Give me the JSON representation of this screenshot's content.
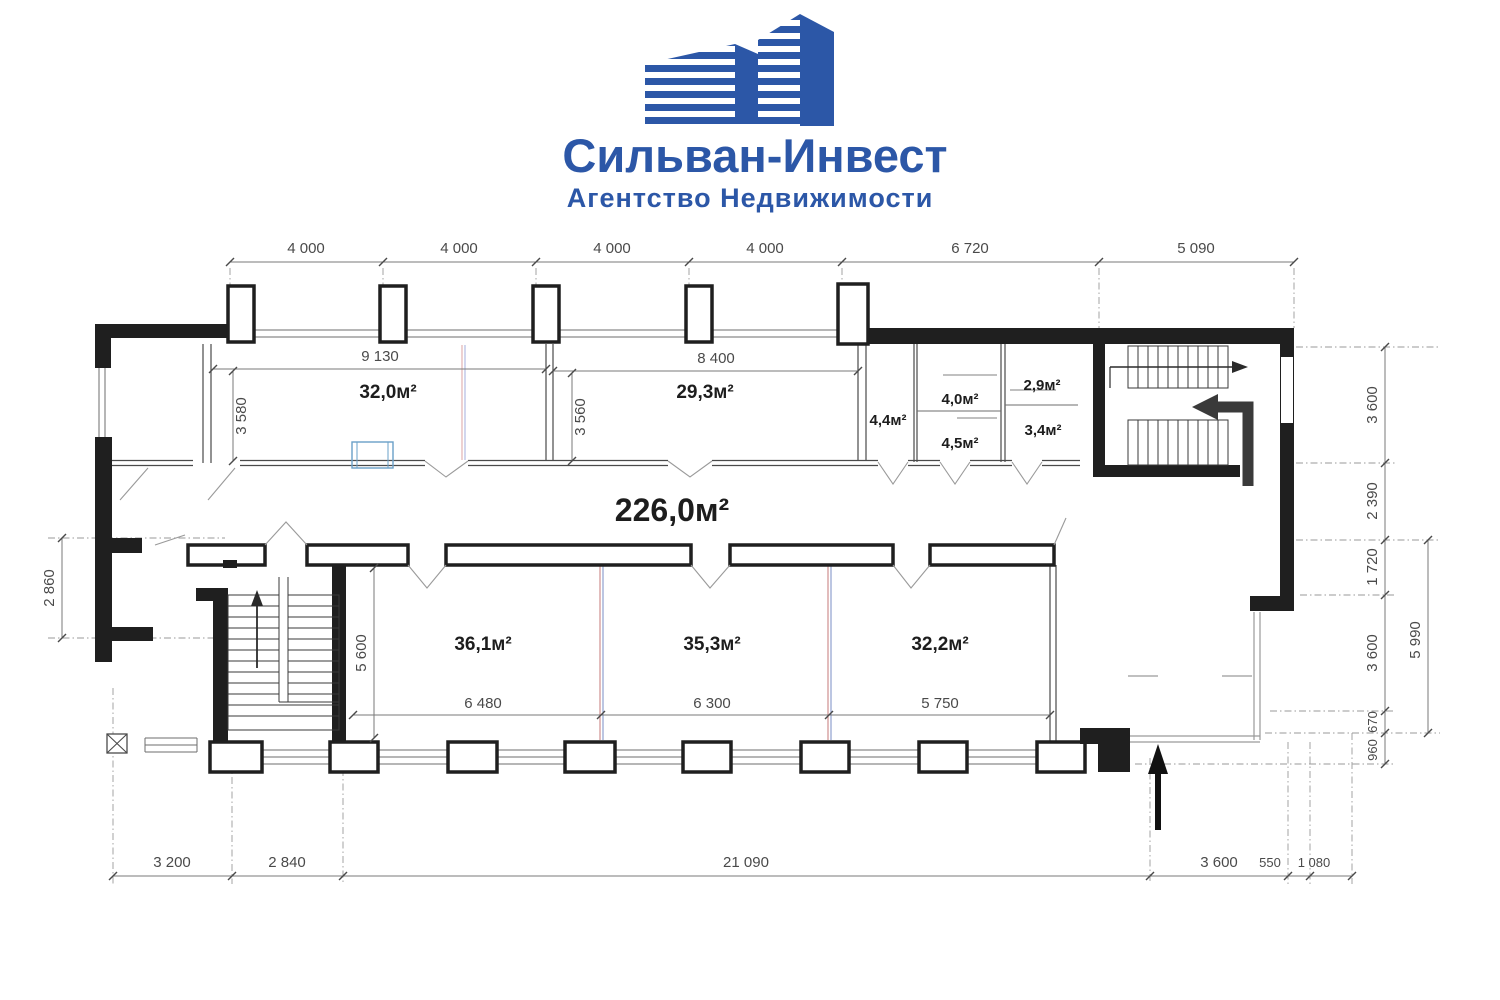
{
  "logo": {
    "title": "Сильван-Инвест",
    "subtitle": "Агентство Недвижимости",
    "brand_color": "#2c57a7",
    "icon": "buildings-icon"
  },
  "plan": {
    "total_area": "226,0м²",
    "rooms": {
      "r1": "32,0м²",
      "r2": "29,3м²",
      "r3": "4,4м²",
      "r4": "4,0м²",
      "r5": "4,5м²",
      "r6": "2,9м²",
      "r7": "3,4м²",
      "r8": "36,1м²",
      "r9": "35,3м²",
      "r10": "32,2м²"
    },
    "dims_top": [
      "4 000",
      "4 000",
      "4 000",
      "4 000",
      "6 720",
      "5 090"
    ],
    "dims_room_width": [
      "9 130",
      "8 400"
    ],
    "dims_room_depth": [
      "3 580",
      "3 560"
    ],
    "dims_lower_rooms": [
      "6 480",
      "6 300",
      "5 750"
    ],
    "dim_hall_depth": "5 600",
    "dim_left": "2 860",
    "dims_right": [
      "3 600",
      "2 390",
      "1 720",
      "3 600",
      "670",
      "960"
    ],
    "dim_right_total": "5 990",
    "dims_bottom": [
      "3 200",
      "2 840",
      "21 090",
      "3 600",
      "550",
      "1 080"
    ]
  }
}
